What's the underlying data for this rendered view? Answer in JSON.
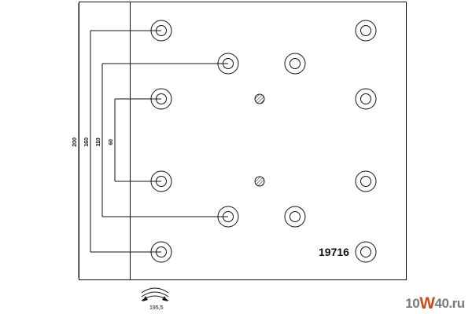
{
  "drawing": {
    "part_number": "19716",
    "dimensions": [
      "200",
      "160",
      "110",
      "60"
    ],
    "radius_label": "195,5"
  },
  "watermark": {
    "prefix": "10",
    "accent": "W",
    "suffix": "40.ru"
  },
  "colors": {
    "line": "#111111",
    "watermark_gray": "#7a7a7a",
    "watermark_accent": "#d44a17"
  }
}
